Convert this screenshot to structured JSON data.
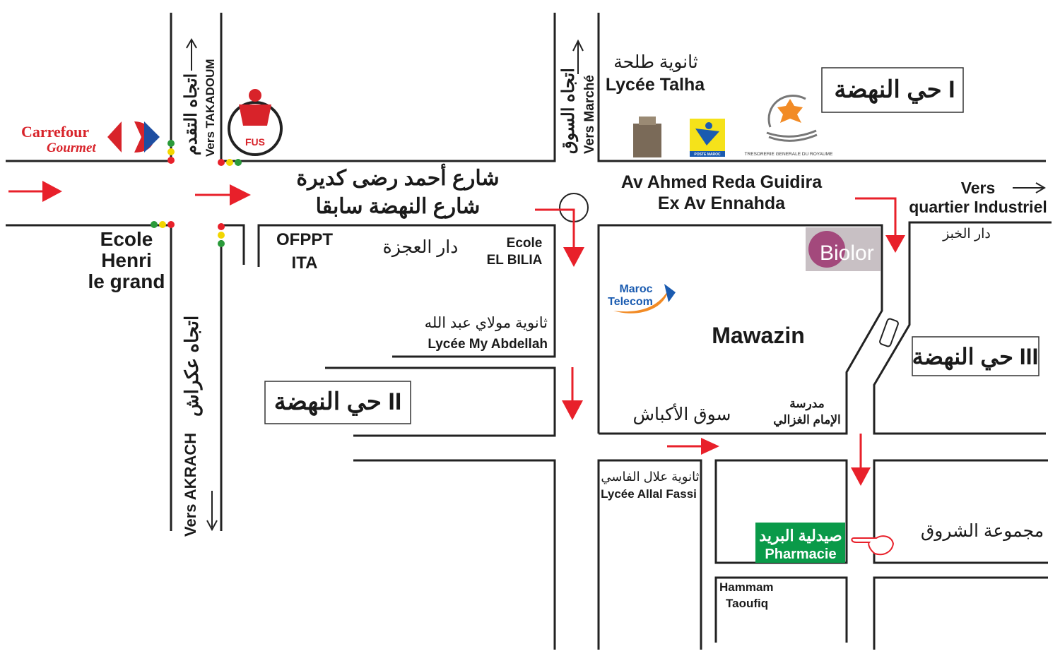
{
  "brands": {
    "carrefour": "Carrefour",
    "carrefour_sub": "Gourmet",
    "fus": "FUS",
    "biolor": "Biolor",
    "maroc_telecom": [
      "Maroc",
      "Telecom"
    ],
    "poste_maroc": "POSTE MAROC",
    "tresorerie": "TRESORERIE GENERALE DU ROYAUME"
  },
  "streets": {
    "main_ar_1": "شارع أحمد رضى كديرة",
    "main_ar_2": "شارع النهضة سابقا",
    "main_fr_1": "Av Ahmed Reda Guidira",
    "main_fr_2": "Ex Av Ennahda",
    "takadoum_ar": "اتجاه التقدم",
    "takadoum_fr": "Vers TAKADOUM",
    "marche_ar": "اتجاه السوق",
    "marche_fr": "Vers Marché",
    "akrach_ar": "اتجاه عكراش",
    "akrach_fr": "Vers AKRACH",
    "industriel_1": "Vers",
    "industriel_2": "quartier Industriel"
  },
  "places": {
    "talha_ar": "ثانوية طلحة",
    "talha_fr": "Lycée Talha",
    "nahda1": "حي النهضة I",
    "nahda2": "حي النهضة II",
    "nahda3": "حي النهضة III",
    "ecole_henri": [
      "Ecole",
      "Henri",
      "le grand"
    ],
    "ofppt": [
      "OFPPT",
      "ITA"
    ],
    "dar_ajaza": "دار العجزة",
    "ecole_bilia": [
      "Ecole",
      "EL BILIA"
    ],
    "abdellah_ar": "ثانوية مولاي عبد الله",
    "abdellah_fr": "Lycée My Abdellah",
    "mawazin": "Mawazin",
    "souk": "سوق الأكباش",
    "ghazali": [
      "مدرسة",
      "الإمام الغزالي"
    ],
    "dar_khobz": "دار الخبز",
    "allal_ar": "ثانوية علال الفاسي",
    "allal_fr": "Lycée Allal Fassi",
    "pharmacie_ar": "صيدلية البريد",
    "pharmacie_fr": "Pharmacie",
    "chourouk": "مجموعة الشروق",
    "hammam": [
      "Hammam",
      "Taoufiq"
    ]
  },
  "colors": {
    "arrow": "#e8202a",
    "pharmacy": "#0a9a49",
    "road": "#222222"
  }
}
